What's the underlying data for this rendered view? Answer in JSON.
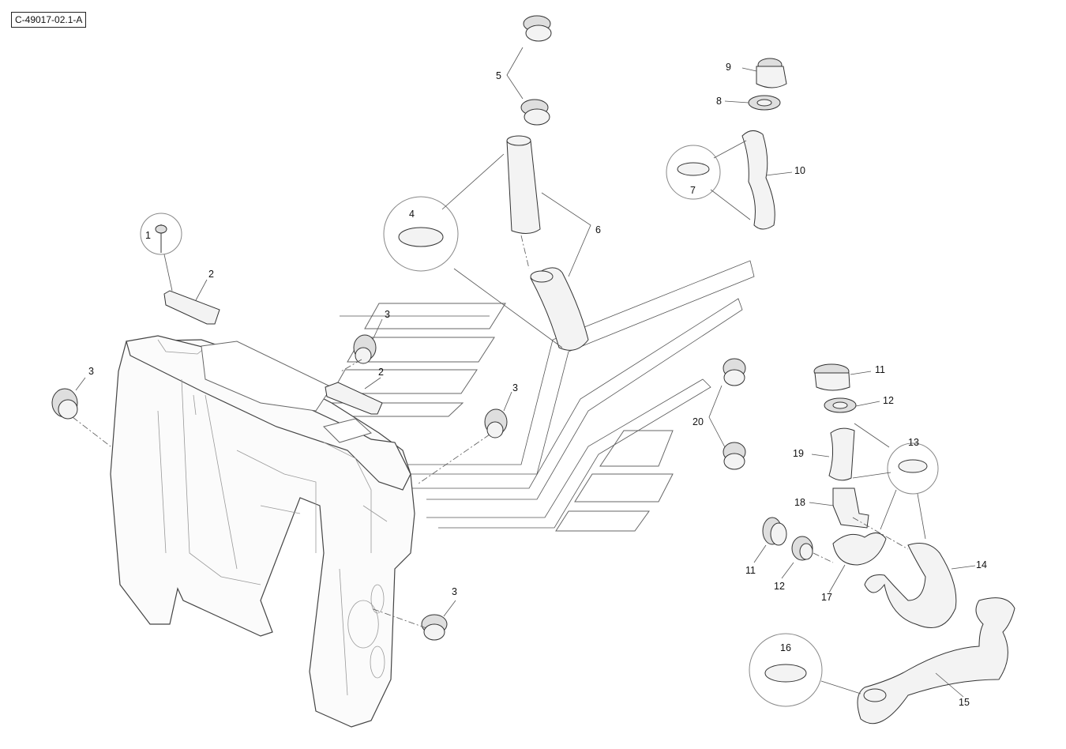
{
  "reference": "C-49017-02.1-A",
  "callouts": [
    {
      "id": "c1",
      "label": "1"
    },
    {
      "id": "c2a",
      "label": "2"
    },
    {
      "id": "c2b",
      "label": "2"
    },
    {
      "id": "c3a",
      "label": "3"
    },
    {
      "id": "c3b",
      "label": "3"
    },
    {
      "id": "c3c",
      "label": "3"
    },
    {
      "id": "c3d",
      "label": "3"
    },
    {
      "id": "c4",
      "label": "4"
    },
    {
      "id": "c5",
      "label": "5"
    },
    {
      "id": "c6",
      "label": "6"
    },
    {
      "id": "c7",
      "label": "7"
    },
    {
      "id": "c8",
      "label": "8"
    },
    {
      "id": "c9",
      "label": "9"
    },
    {
      "id": "c10",
      "label": "10"
    },
    {
      "id": "c11a",
      "label": "11"
    },
    {
      "id": "c11b",
      "label": "11"
    },
    {
      "id": "c12a",
      "label": "12"
    },
    {
      "id": "c12b",
      "label": "12"
    },
    {
      "id": "c13",
      "label": "13"
    },
    {
      "id": "c14",
      "label": "14"
    },
    {
      "id": "c15",
      "label": "15"
    },
    {
      "id": "c16",
      "label": "16"
    },
    {
      "id": "c17",
      "label": "17"
    },
    {
      "id": "c18",
      "label": "18"
    },
    {
      "id": "c19",
      "label": "19"
    },
    {
      "id": "c20",
      "label": "20"
    }
  ]
}
